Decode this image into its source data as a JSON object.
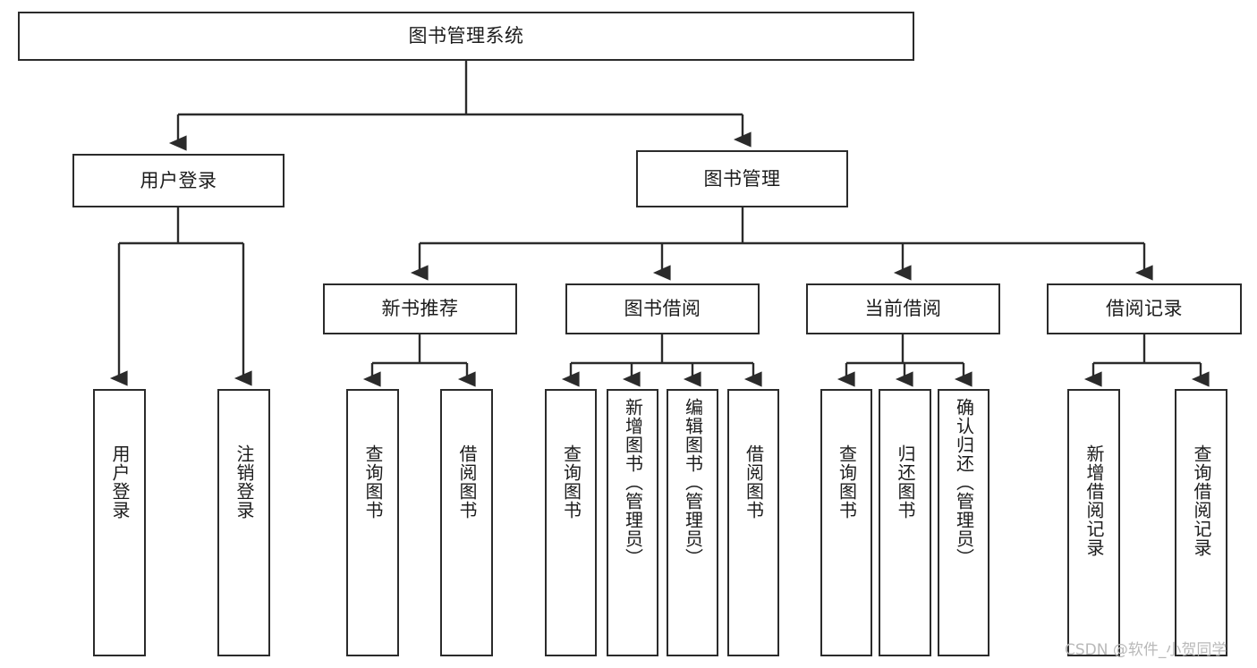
{
  "diagram": {
    "title": "图书管理系统",
    "type": "hierarchy-tree",
    "watermark": "CSDN @软件_小贺同学",
    "colors": {
      "border": "#2b2b2b",
      "background": "#ffffff",
      "text": "#1c1c1c",
      "edge": "#2b2b2b",
      "watermark": "#b9b9b9"
    },
    "levels": {
      "root": {
        "label": "图书管理系统"
      },
      "level2": [
        {
          "label": "用户登录"
        },
        {
          "label": "图书管理"
        }
      ],
      "level3": [
        {
          "label": "新书推荐"
        },
        {
          "label": "图书借阅"
        },
        {
          "label": "当前借阅"
        },
        {
          "label": "借阅记录"
        }
      ],
      "leaves": {
        "user_login": [
          {
            "label": "用户登录"
          },
          {
            "label": "注销登录"
          }
        ],
        "new_book_recommend": [
          {
            "label": "查询图书"
          },
          {
            "label": "借阅图书"
          }
        ],
        "book_borrow": [
          {
            "label": "查询图书"
          },
          {
            "label": "新增图书（管理员）"
          },
          {
            "label": "编辑图书（管理员）"
          },
          {
            "label": "借阅图书"
          }
        ],
        "current_borrow": [
          {
            "label": "查询图书"
          },
          {
            "label": "归还图书"
          },
          {
            "label": "确认归还（管理员）"
          }
        ],
        "borrow_record": [
          {
            "label": "新增借阅记录"
          },
          {
            "label": "查询借阅记录"
          }
        ]
      }
    }
  }
}
